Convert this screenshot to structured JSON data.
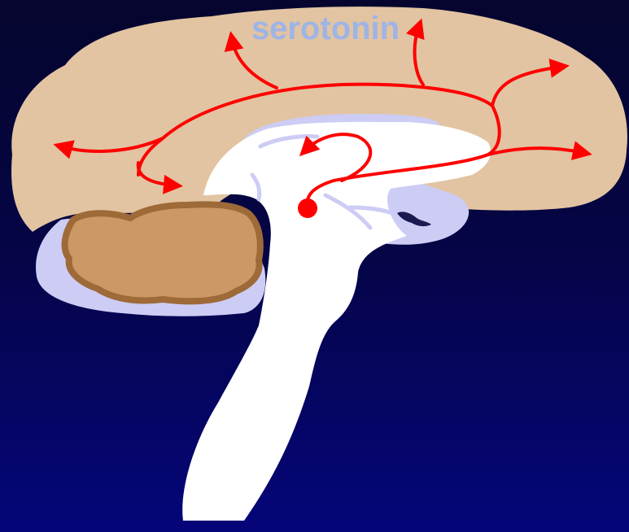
{
  "diagram": {
    "title": "serotonin",
    "colors": {
      "background_top": "#05052e",
      "background_bottom": "#05057a",
      "cortex": "#e2c4a2",
      "ventricle": "#ccccf5",
      "brainstem": "#ffffff",
      "cerebellum_fill": "#cc9966",
      "cerebellum_outline": "#9e6a38",
      "pathway": "#ff0000",
      "title": "#9eb4e6"
    },
    "icons": {
      "origin": "raphe-nuclei-dot",
      "projections": "arrow-pathway"
    }
  }
}
